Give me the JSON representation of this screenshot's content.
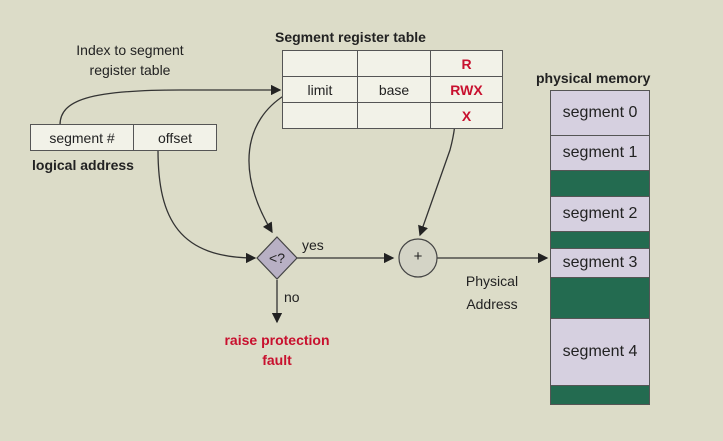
{
  "seg_table": {
    "title": "Segment register table",
    "limit": "limit",
    "base": "base",
    "perm_r": "R",
    "perm_rwx": "RWX",
    "perm_x": "X"
  },
  "index_label": "Index to segment register table",
  "logical": {
    "segment_num": "segment #",
    "offset": "offset",
    "label": "logical address"
  },
  "compare": {
    "symbol": "<?",
    "yes": "yes",
    "no": "no",
    "fault": "raise protection fault"
  },
  "adder": {
    "symbol": "+"
  },
  "physical_address_label": "Physical Address",
  "memory": {
    "title": "physical memory",
    "segments": [
      "segment 0",
      "segment 1",
      "segment 2",
      "segment 3",
      "segment 4"
    ]
  }
}
